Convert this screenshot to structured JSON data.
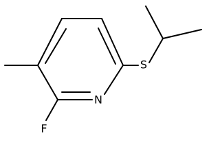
{
  "molecule": {
    "atoms": {
      "nitrogen": "N",
      "fluorine": "F",
      "sulfur": "S"
    }
  }
}
